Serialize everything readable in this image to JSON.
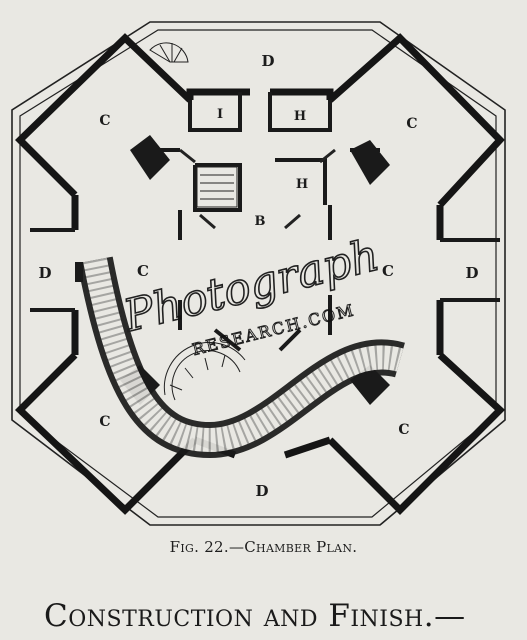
{
  "figure": {
    "rooms": {
      "d_top": "D",
      "d_left": "D",
      "d_right": "D",
      "d_bottom": "D",
      "c_top_left": "C",
      "c_top_right": "C",
      "c_bottom_left": "C",
      "c_bottom_right": "C",
      "c_center": "C",
      "c_center_right": "C",
      "i_room": "I",
      "h_top": "H",
      "h_mid": "H",
      "b_hall": "B"
    },
    "caption": "Fig. 22.—Chamber Plan.",
    "heading": "Construction and Finish.—"
  },
  "watermark": {
    "line1": "Photograph",
    "line2": "RESEARCH.COM"
  },
  "colors": {
    "ink": "#1c1c1c",
    "paper": "#e9e8e3"
  }
}
